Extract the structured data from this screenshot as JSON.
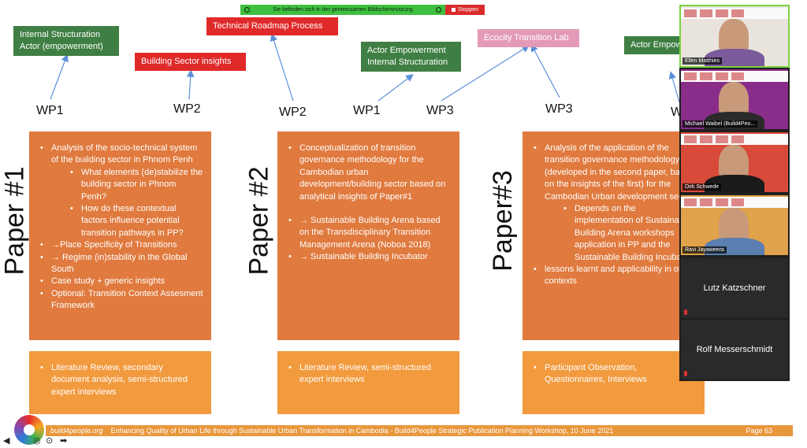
{
  "share_bar": {
    "message": "Sie befinden sich in der gemeinsamen Bildschirmnutzung",
    "stop_label": "Stoppen"
  },
  "tags": {
    "internal_structuration_actor": "Internal Structuration Actor (empowerment)",
    "building_sector_insights": "Building Sector insights",
    "technical_roadmap": "Technical Roadmap Process",
    "actor_empowerment": "Actor Empowerment Internal Structuration",
    "ecocity_lab": "Ecocity Transition Lab",
    "actor_empower_partial": "Actor Empow Internal Stru"
  },
  "wp_labels": [
    "WP1",
    "WP2",
    "WP2",
    "WP1",
    "WP3",
    "WP3",
    "W"
  ],
  "papers": [
    {
      "label": "Paper #1",
      "main_items": [
        {
          "text": "Analysis of the socio-technical system of the building sector in Phnom Penh",
          "sub": false
        },
        {
          "text": "What elements (de)stabilize the building sector in Phnom Penh?",
          "sub": true
        },
        {
          "text": "How do these contextual factors influence potential transition pathways in PP?",
          "sub": true
        },
        {
          "text": "→Place Specificity of Transitions",
          "sub": false
        },
        {
          "text": "→ Regime (in)stability in the Global South",
          "sub": false
        },
        {
          "text": "Case study + generic insights",
          "sub": false
        },
        {
          "text": "Optional: Transition Context Assesment Framework",
          "sub": false
        }
      ],
      "methods": "Literature Review, secondary document analysis, semi-structured expert interviews"
    },
    {
      "label": "Paper #2",
      "main_items": [
        {
          "text": "Conceptualization of transition governance methodology for the Cambodian urban development/building sector based on analytical insights of Paper#1",
          "sub": false
        },
        {
          "text": "→ Sustainable Building Arena based on the Transdisciplinary Transition Management Arena (Noboa 2018)",
          "sub": false
        },
        {
          "text": "→ Sustainable Building Incubator",
          "sub": false
        }
      ],
      "methods": "Literature Review, semi-structured expert interviews"
    },
    {
      "label": "Paper#3",
      "main_items": [
        {
          "text": "Analysis of the application of the transition governance methodology (developed in the second paper, based on the insights of the first) for the Cambodian Urban development sector",
          "sub": false
        },
        {
          "text": "Depends on the implementation of Sustainable Building Arena workshops application in PP and the Sustainable Building Incubator",
          "sub": true
        },
        {
          "text": "lessons learnt and applicability in other contexts",
          "sub": false
        }
      ],
      "methods": "Participant Observation, Questionnaires, Interviews"
    }
  ],
  "footer": {
    "site": "build4people.org",
    "title": "Enhancing Quality of Urban Life through Sustainable Urban Transformation in Cambodia - Build4People Strategic Publication Planning Workshop, 10 June 2021",
    "page": "Page 63"
  },
  "participants": [
    {
      "name": "Ellen Matthies",
      "video": true,
      "active": true,
      "wall": "#e8e4dc",
      "shirt": "#7a5a9a"
    },
    {
      "name": "Michael Waibel (Build4Peo...",
      "video": true,
      "active": false,
      "wall": "#8a2d8a",
      "shirt": "#2b2b2b"
    },
    {
      "name": "Dirk Schwede",
      "video": true,
      "active": false,
      "wall": "#d84a3a",
      "shirt": "#1a1a1a"
    },
    {
      "name": "Ravi Jayaweera",
      "video": true,
      "active": false,
      "wall": "#e0a24a",
      "shirt": "#5a7fb0"
    },
    {
      "name": "Lutz Katzschner",
      "video": false
    },
    {
      "name": "Rolf Messerschmidt",
      "video": false
    }
  ]
}
